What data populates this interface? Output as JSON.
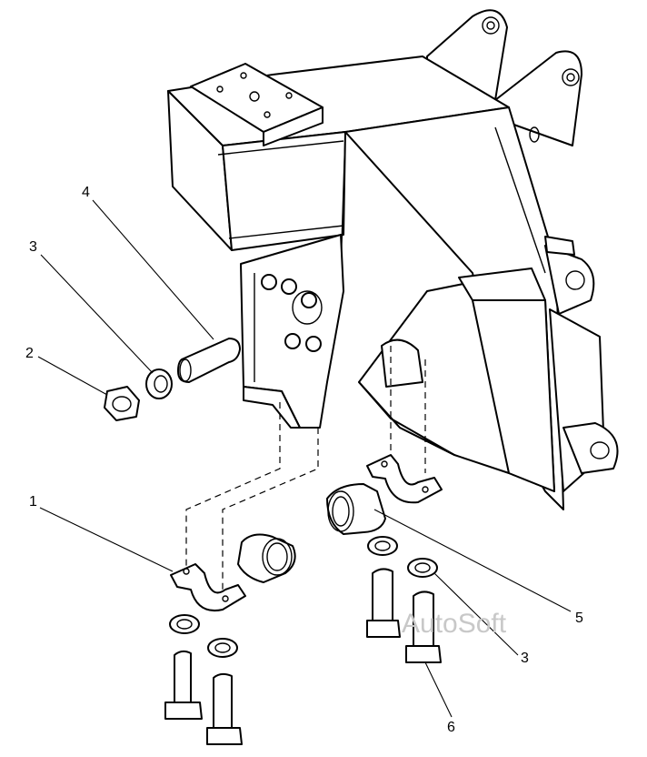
{
  "callouts": [
    {
      "id": "c4",
      "text": "4"
    },
    {
      "id": "c3a",
      "text": "3"
    },
    {
      "id": "c2",
      "text": "2"
    },
    {
      "id": "c1",
      "text": "1"
    },
    {
      "id": "c5",
      "text": "5"
    },
    {
      "id": "c3b",
      "text": "3"
    },
    {
      "id": "c6",
      "text": "6"
    }
  ],
  "watermark": "AutoSoft"
}
